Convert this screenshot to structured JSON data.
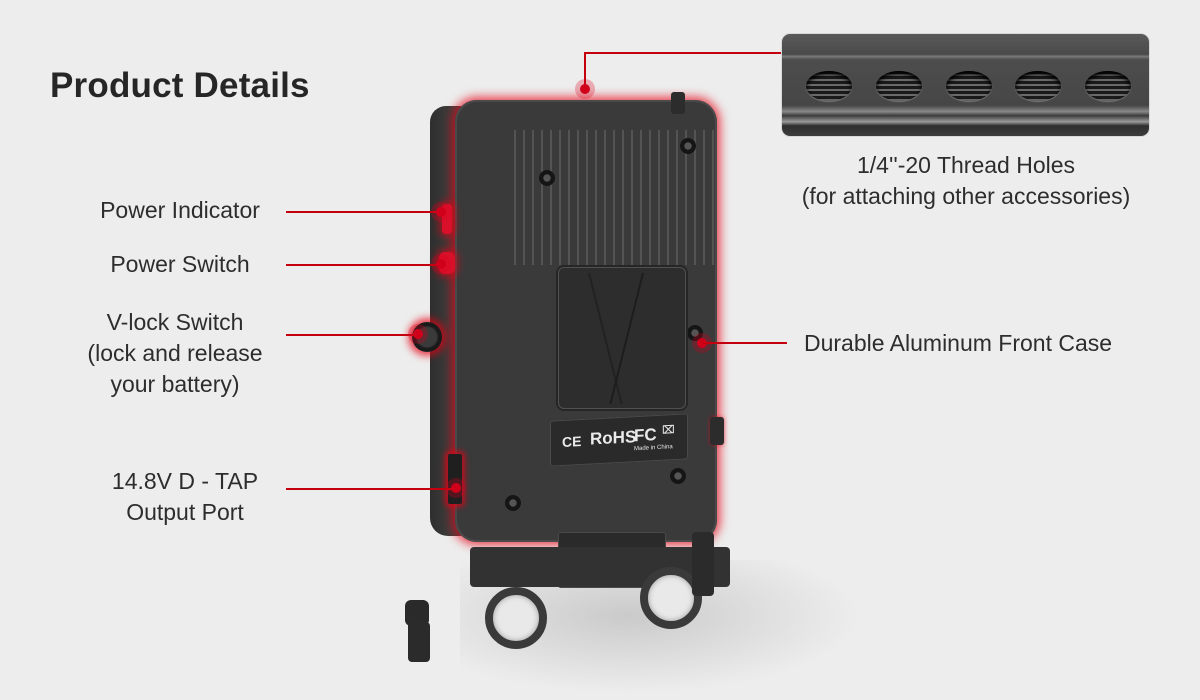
{
  "page": {
    "title": "Product Details"
  },
  "callouts": {
    "thread_holes": {
      "line1": "1/4''-20 Thread Holes",
      "line2": "(for attaching other accessories)",
      "hole_count": 5
    },
    "power_indicator": {
      "label": "Power Indicator"
    },
    "power_switch": {
      "label": "Power Switch"
    },
    "vlock_switch": {
      "line1": "V-lock Switch",
      "line2": "(lock and release",
      "line3": "your battery)"
    },
    "dtap": {
      "line1": "14.8V D - TAP",
      "line2": "Output Port"
    },
    "front_case": {
      "label": "Durable Aluminum Front Case"
    }
  },
  "device": {
    "certifications": {
      "ce": "CE",
      "rohs": "RoHS",
      "fc": "FC",
      "weee": "⌧",
      "made_in": "Made in China"
    }
  },
  "colors": {
    "background": "#ededed",
    "accent_red": "#c4000f",
    "text": "#2d2d2d"
  }
}
